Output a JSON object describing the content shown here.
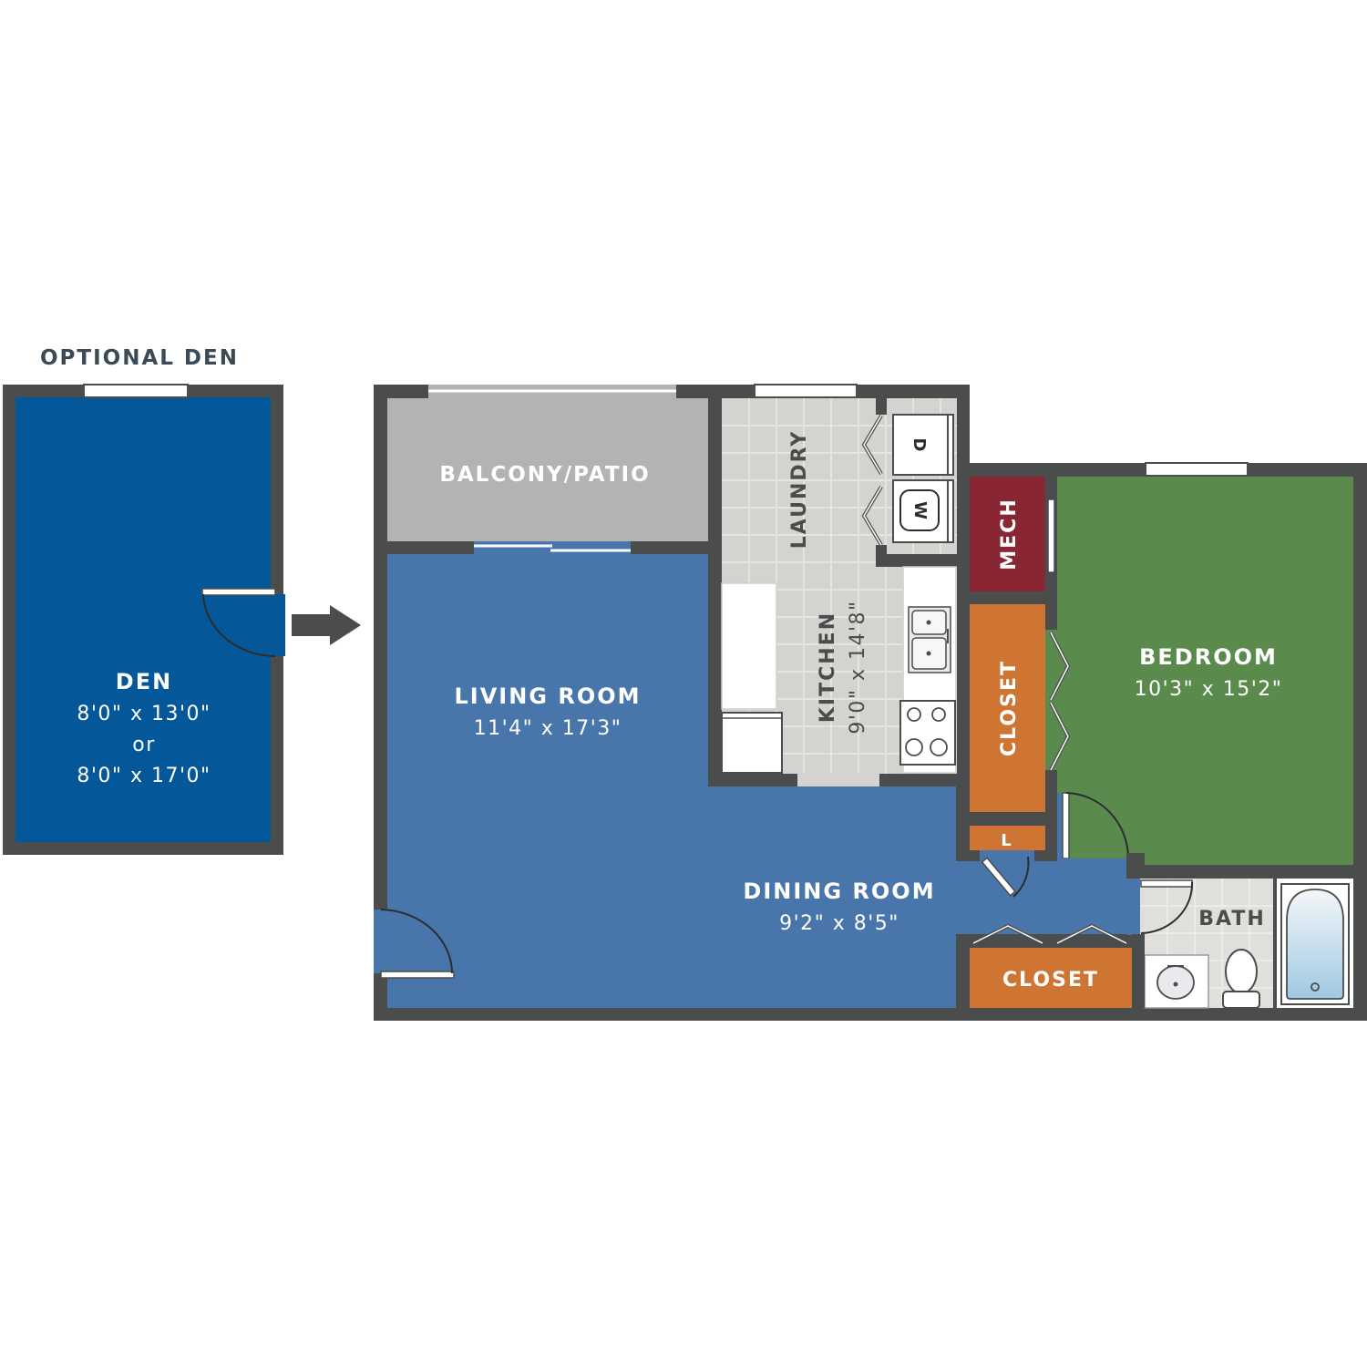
{
  "colors": {
    "wall": "#4a4d4c",
    "den": "#045799",
    "living": "#4876ab",
    "balcony": "#b1b3b4",
    "kitchen_tile": "#d5d3cf",
    "mech": "#882633",
    "closet": "#ce7533",
    "bedroom": "#5a8b4c",
    "bath_tile": "#e1dfdb",
    "label_dark": "#3b4a57"
  },
  "den": {
    "heading": "OPTIONAL DEN",
    "name": "DEN",
    "size1": "8'0\" x 13'0\"",
    "or": "or",
    "size2": "8'0\" x 17'0\""
  },
  "rooms": {
    "balcony": "BALCONY/PATIO",
    "laundry": "LAUNDRY",
    "dryer": "D",
    "washer": "W",
    "mech": "MECH",
    "living_name": "LIVING ROOM",
    "living_size": "11'4\" x 17'3\"",
    "kitchen_name": "KITCHEN",
    "kitchen_size": "9'0\" x 14'8\"",
    "closet_bed": "CLOSET",
    "bedroom_name": "BEDROOM",
    "bedroom_size": "10'3\" x 15'2\"",
    "linen": "L",
    "dining_name": "DINING ROOM",
    "dining_size": "9'2\" x 8'5\"",
    "bath": "BATH",
    "closet_dining": "CLOSET"
  },
  "icons": {
    "arrow": "arrow-right-icon",
    "sink": "double-sink-icon",
    "stove": "stove-icon",
    "toilet": "toilet-icon",
    "tub": "bathtub-icon",
    "vanity": "vanity-sink-icon"
  }
}
